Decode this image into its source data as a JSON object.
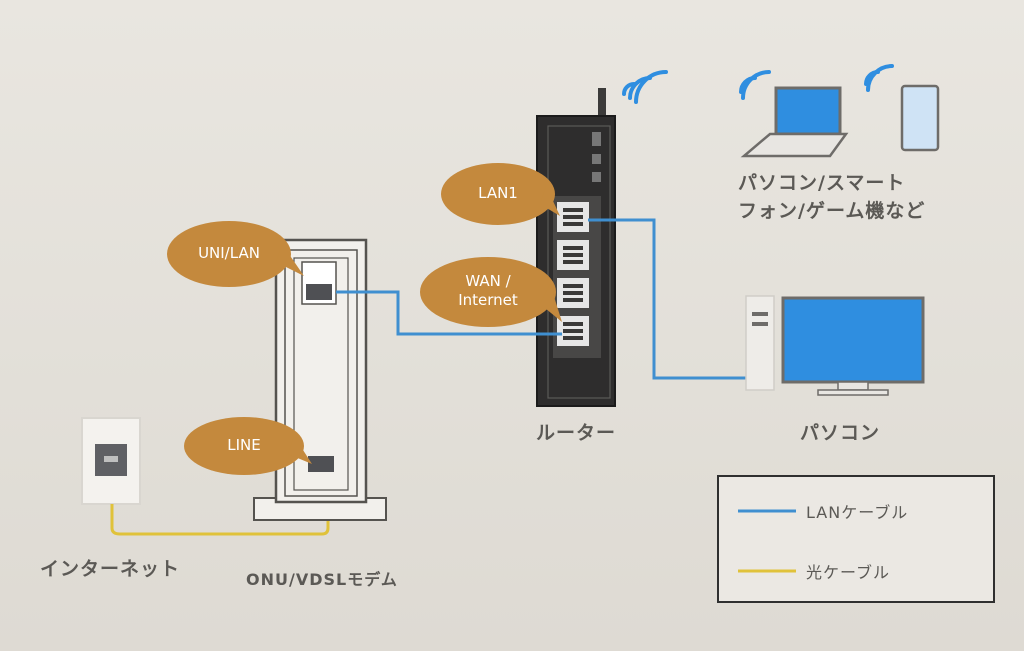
{
  "bubbles": {
    "uni_lan": "UNI/LAN",
    "line": "LINE",
    "lan1": "LAN1",
    "wan_line1": "WAN /",
    "wan_line2": "Internet"
  },
  "labels": {
    "internet": "インターネット",
    "modem": "ONU/VDSLモデム",
    "router": "ルーター",
    "wireless_devices_line1": "パソコン/スマート",
    "wireless_devices_line2": "フォン/ゲーム機など",
    "pc": "パソコン"
  },
  "legend": {
    "items": [
      {
        "label": "LANケーブル",
        "color": "#3f8fd0"
      },
      {
        "label": "光ケーブル",
        "color": "#e0c23a"
      }
    ]
  },
  "colors": {
    "bubble": "#c4893d",
    "lan_cable": "#3f8fd0",
    "fiber_cable": "#e0c23a",
    "device_blue": "#2f8ee0"
  }
}
